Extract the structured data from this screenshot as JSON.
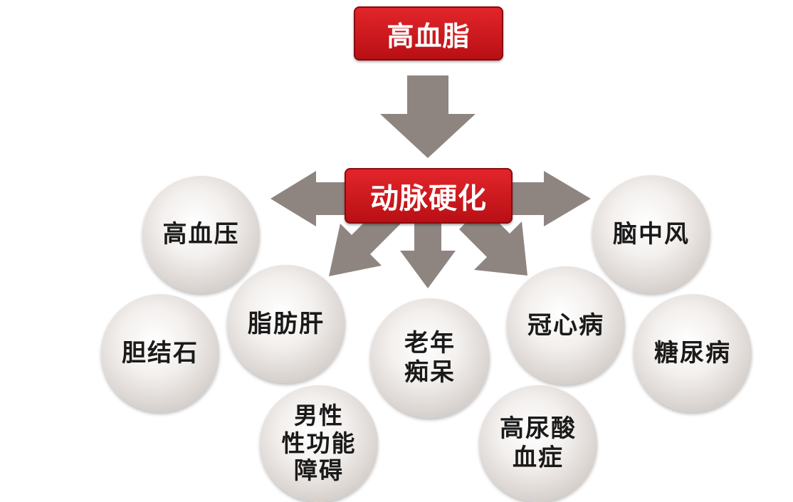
{
  "diagram": {
    "top_box": {
      "label": "高血脂"
    },
    "middle_box": {
      "label": "动脉硬化"
    },
    "consequences": [
      {
        "id": "hypertension",
        "label": "高血压"
      },
      {
        "id": "stroke",
        "label": "脑中风"
      },
      {
        "id": "fatty-liver",
        "label": "脂肪肝"
      },
      {
        "id": "gallstone",
        "label": "胆结石"
      },
      {
        "id": "dementia",
        "label": "老年\n痴呆"
      },
      {
        "id": "coronary",
        "label": "冠心病"
      },
      {
        "id": "diabetes",
        "label": "糖尿病"
      },
      {
        "id": "male-sexual",
        "label": "男性\n性功能\n障碍"
      },
      {
        "id": "hyperuricemia",
        "label": "高尿酸\n血症"
      }
    ],
    "colors": {
      "box_red": "#d0191e",
      "arrow": "#8f8580",
      "ball": "#e4dfdc",
      "text": "#1a1a1a"
    }
  }
}
